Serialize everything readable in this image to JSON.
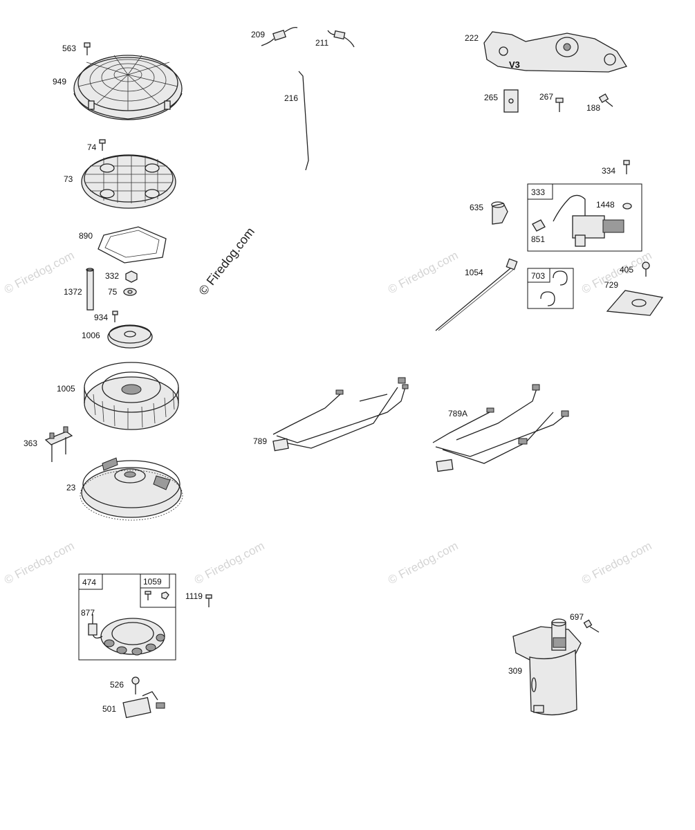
{
  "watermarks": {
    "main": "© Firedog.com",
    "repeat": "© Firedog.com"
  },
  "labels": {
    "p563": "563",
    "p949": "949",
    "p74": "74",
    "p73": "73",
    "p890": "890",
    "p1372": "1372",
    "p332": "332",
    "p75": "75",
    "p934": "934",
    "p1006": "1006",
    "p1005": "1005",
    "p363": "363",
    "p23": "23",
    "p209": "209",
    "p211": "211",
    "p216": "216",
    "p789": "789",
    "p222": "222",
    "v3": "V3",
    "p265": "265",
    "p267": "267",
    "p188": "188",
    "p334": "334",
    "p333": "333",
    "p1448": "1448",
    "p635": "635",
    "p851": "851",
    "p1054": "1054",
    "p703": "703",
    "p405": "405",
    "p729": "729",
    "p789a": "789A",
    "p474": "474",
    "p1059": "1059",
    "p1119": "1119",
    "p877": "877",
    "p526": "526",
    "p501": "501",
    "p697": "697",
    "p309": "309"
  },
  "colors": {
    "line": "#222222",
    "fill_light": "#e9e9e9",
    "fill_dark": "#9a9a9a",
    "watermark": "#d4d4d4"
  }
}
